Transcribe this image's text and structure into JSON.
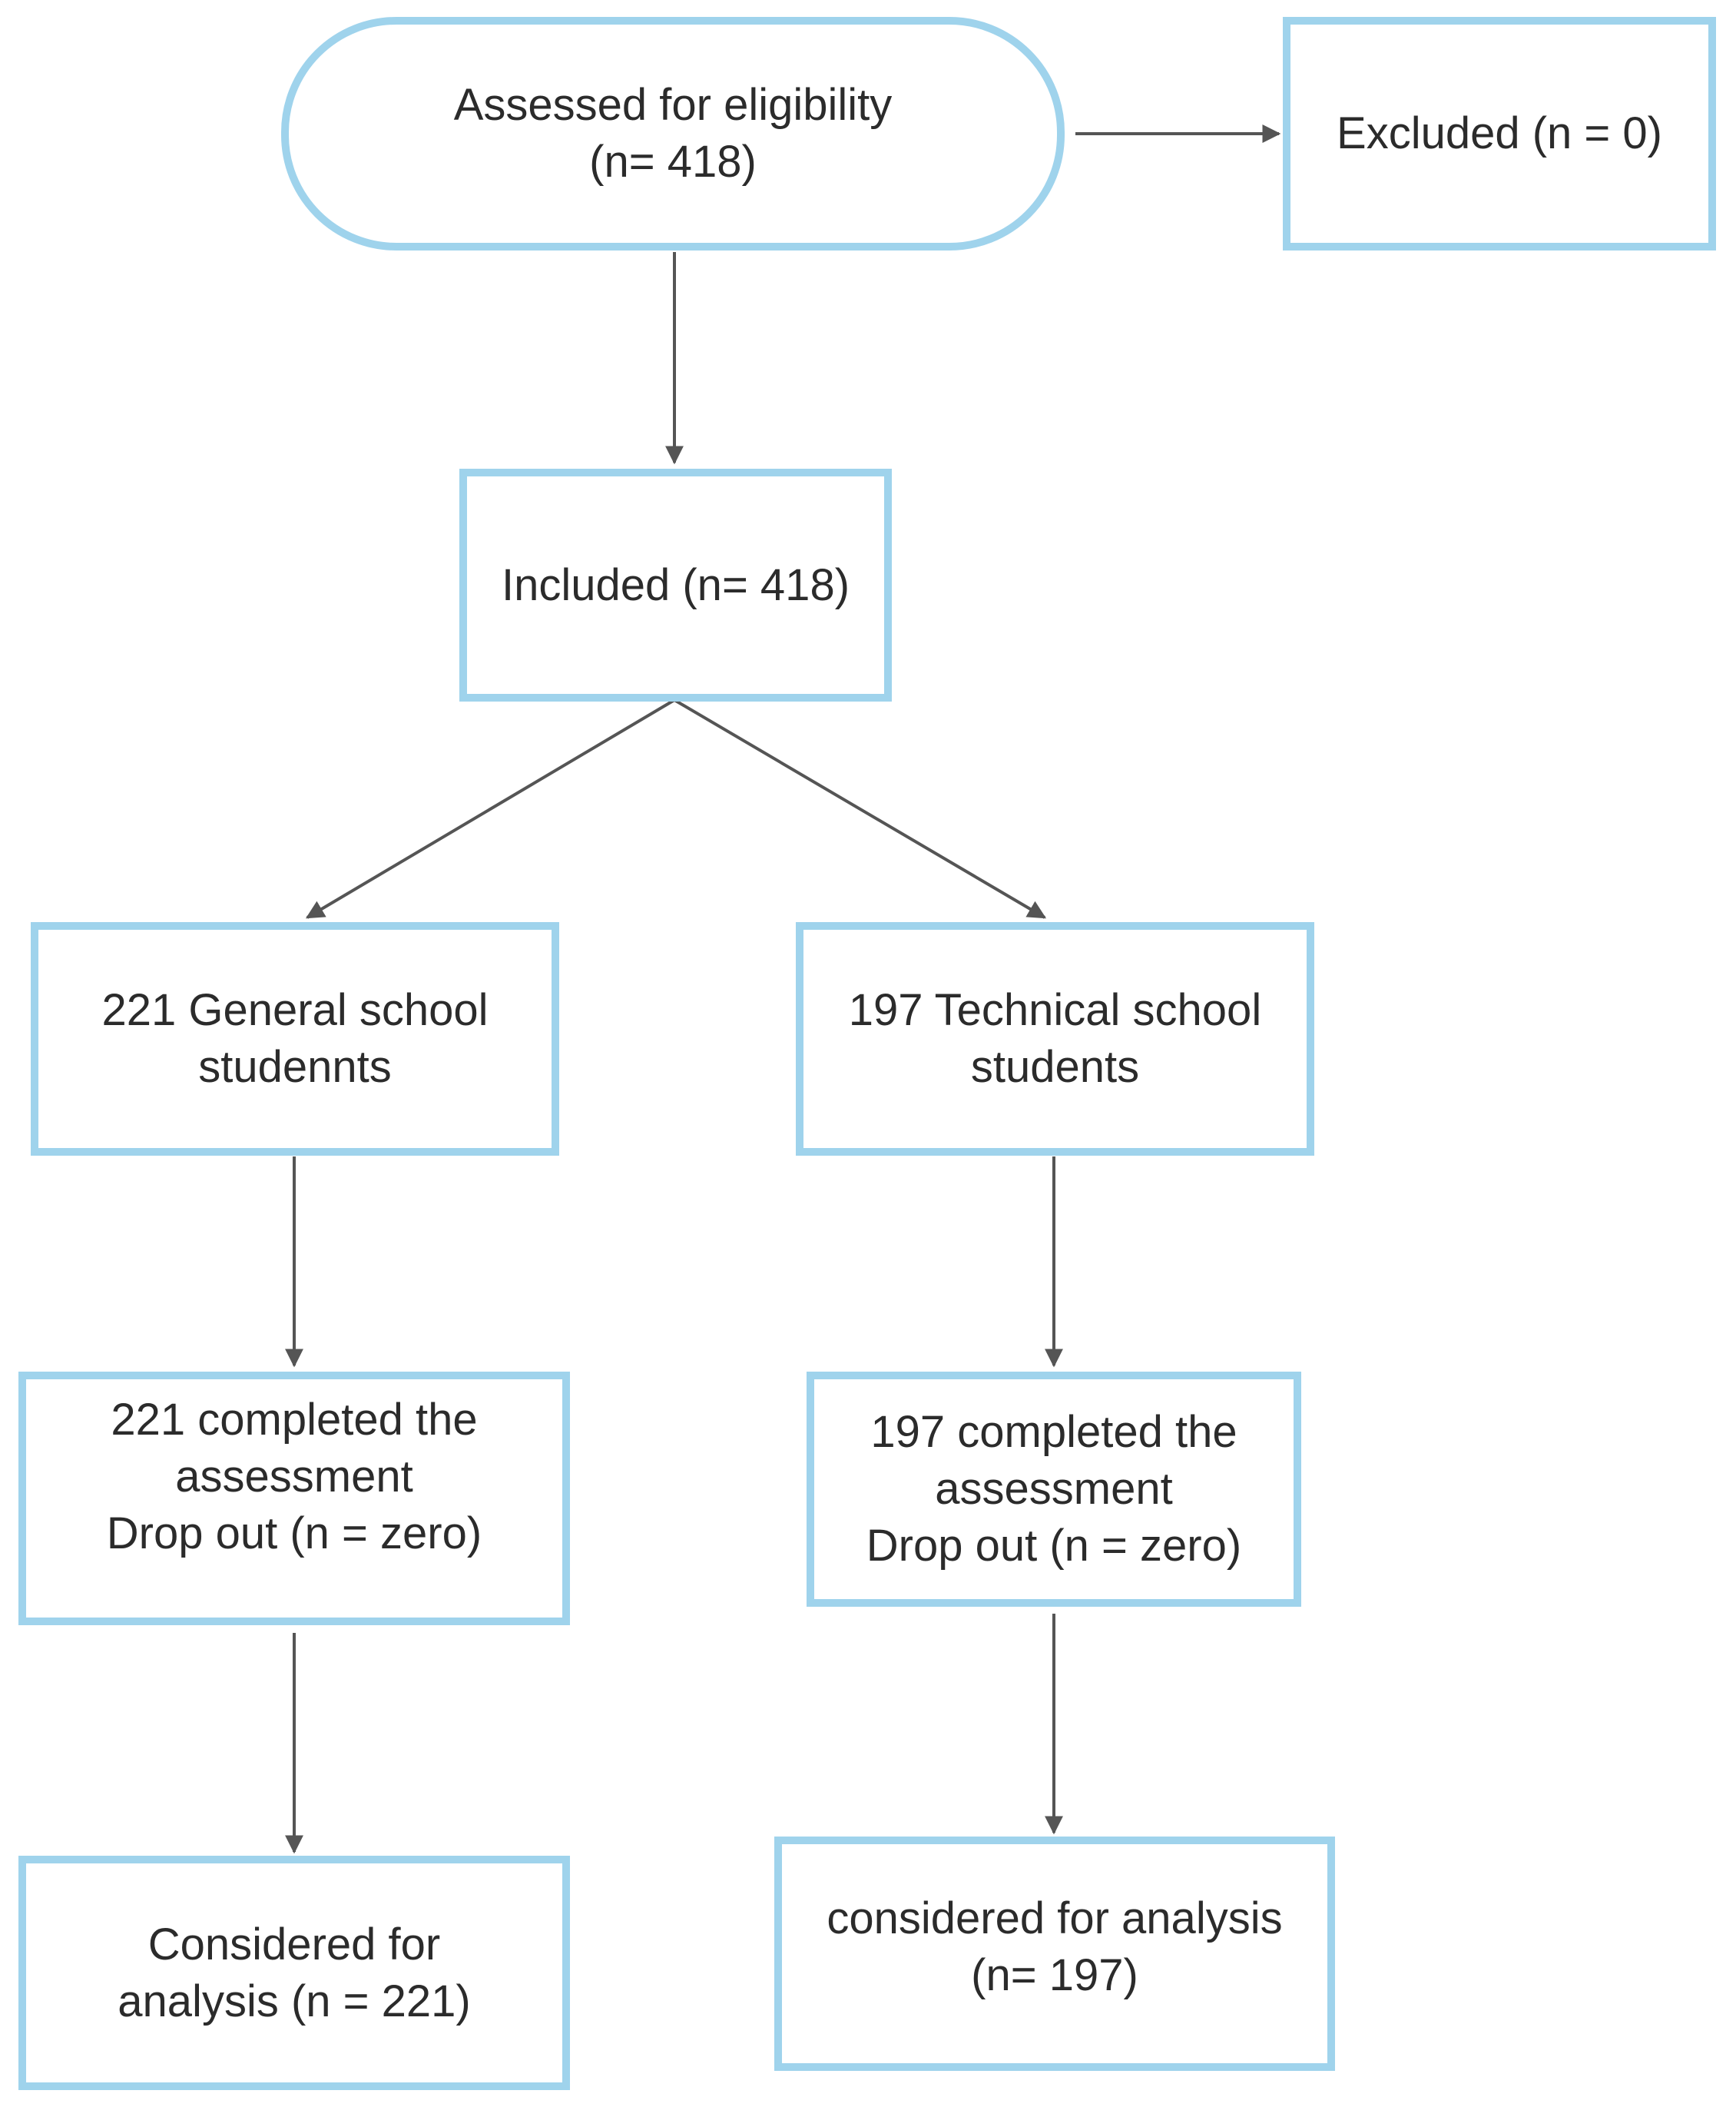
{
  "colors": {
    "node_border": "#9fd3ec",
    "connector": "#555555",
    "text": "#2b2b2b",
    "background": "#ffffff"
  },
  "nodes": {
    "assessed": {
      "lines": [
        "Assessed for eligibility",
        "(n= 418)"
      ]
    },
    "excluded": {
      "lines": [
        "Excluded (n = 0)"
      ]
    },
    "included": {
      "lines": [
        "Included (n= 418)"
      ]
    },
    "general": {
      "lines": [
        "221 General school",
        "studennts"
      ]
    },
    "technical": {
      "lines": [
        "197 Technical school",
        "students"
      ]
    },
    "general_completed": {
      "lines": [
        "221 completed the",
        "assessment",
        "Drop out (n = zero)"
      ]
    },
    "technical_completed": {
      "lines": [
        "197 completed the",
        "assessment",
        "Drop out (n = zero)"
      ]
    },
    "general_analysis": {
      "lines": [
        "Considered for",
        "analysis (n = 221)"
      ]
    },
    "technical_analysis": {
      "lines": [
        "considered for analysis",
        "(n= 197)"
      ]
    }
  }
}
